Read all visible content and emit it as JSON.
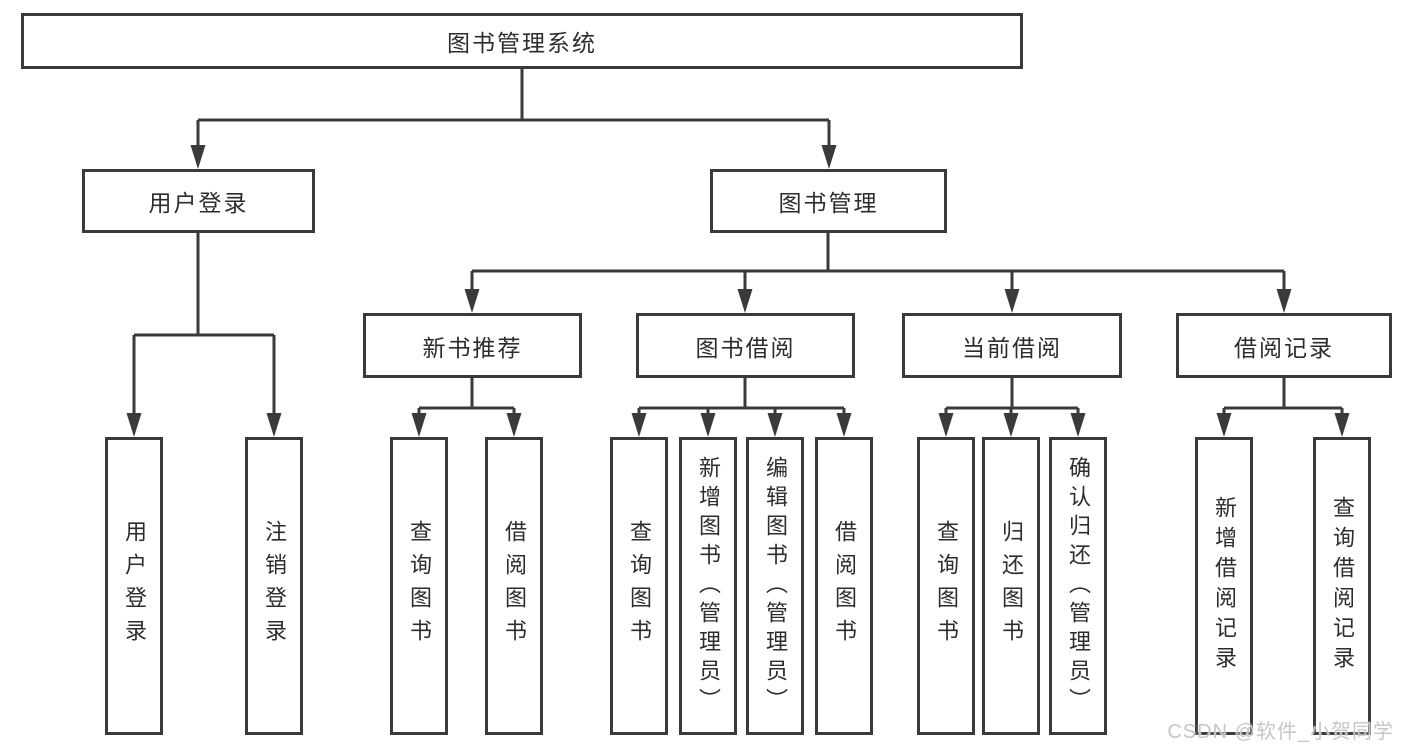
{
  "diagram": {
    "root": {
      "label": "图书管理系统"
    },
    "branches": [
      {
        "label": "用户登录",
        "children": [
          {
            "label": "用户登录"
          },
          {
            "label": "注销登录"
          }
        ]
      },
      {
        "label": "图书管理",
        "children": [
          {
            "label": "新书推荐",
            "children": [
              {
                "label": "查询图书"
              },
              {
                "label": "借阅图书"
              }
            ]
          },
          {
            "label": "图书借阅",
            "children": [
              {
                "label": "查询图书"
              },
              {
                "label": "新增图书（管理员）"
              },
              {
                "label": "编辑图书（管理员）"
              },
              {
                "label": "借阅图书"
              }
            ]
          },
          {
            "label": "当前借阅",
            "children": [
              {
                "label": "查询图书"
              },
              {
                "label": "归还图书"
              },
              {
                "label": "确认归还（管理员）"
              }
            ]
          },
          {
            "label": "借阅记录",
            "children": [
              {
                "label": "新增借阅记录"
              },
              {
                "label": "查询借阅记录"
              }
            ]
          }
        ]
      }
    ]
  },
  "watermark": {
    "text": "CSDN @软件_小贺同学"
  },
  "colors": {
    "line": "#3a3a3a",
    "text": "#2d2d2d",
    "box_background": "#ffffff",
    "watermark": "#c6c6c6",
    "background": "#ffffff"
  }
}
